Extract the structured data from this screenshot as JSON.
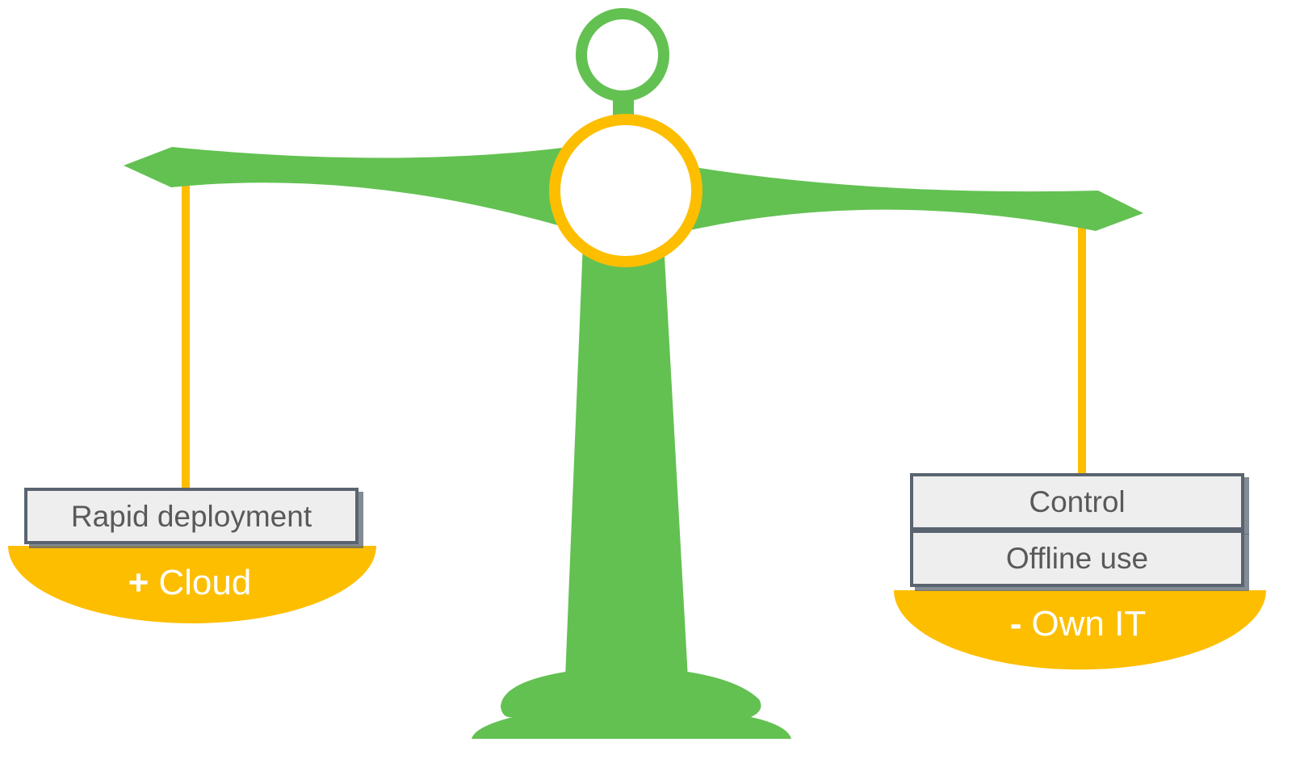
{
  "left_pan": {
    "sign": "+",
    "label": "Cloud",
    "items": [
      "Rapid deployment"
    ]
  },
  "right_pan": {
    "sign": "-",
    "label": "Own IT",
    "items": [
      "Control",
      "Offline use"
    ]
  },
  "colors": {
    "scale_green": "#63c152",
    "pan_yellow": "#fdbe00",
    "box_fill": "#eeeeee",
    "box_border": "#5a6470",
    "box_text": "#595959",
    "pan_text": "#ffffff"
  }
}
